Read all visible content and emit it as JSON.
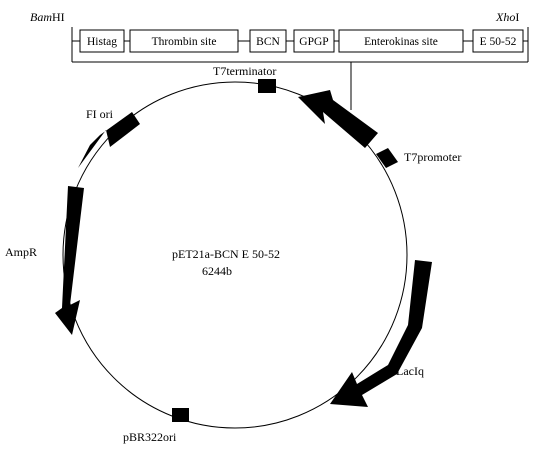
{
  "restriction_sites": {
    "left": {
      "italic": "Bam",
      "plain": "HI"
    },
    "right": {
      "italic": "Xho",
      "plain": "I"
    }
  },
  "insert_segments": [
    "Histag",
    "Thrombin site",
    "BCN",
    "GPGP",
    "Enterokinas site",
    "E 50-52"
  ],
  "plasmid": {
    "name": "pET21a-BCN E 50-52",
    "size": "6244b"
  },
  "features": {
    "t7terminator": "T7terminator",
    "t7promoter": "T7promoter",
    "fi_ori": "FI ori",
    "ampr": "AmpR",
    "laciq": "LacIq",
    "pbr322ori": "pBR322ori"
  },
  "colors": {
    "stroke": "#000000",
    "background": "#ffffff"
  }
}
